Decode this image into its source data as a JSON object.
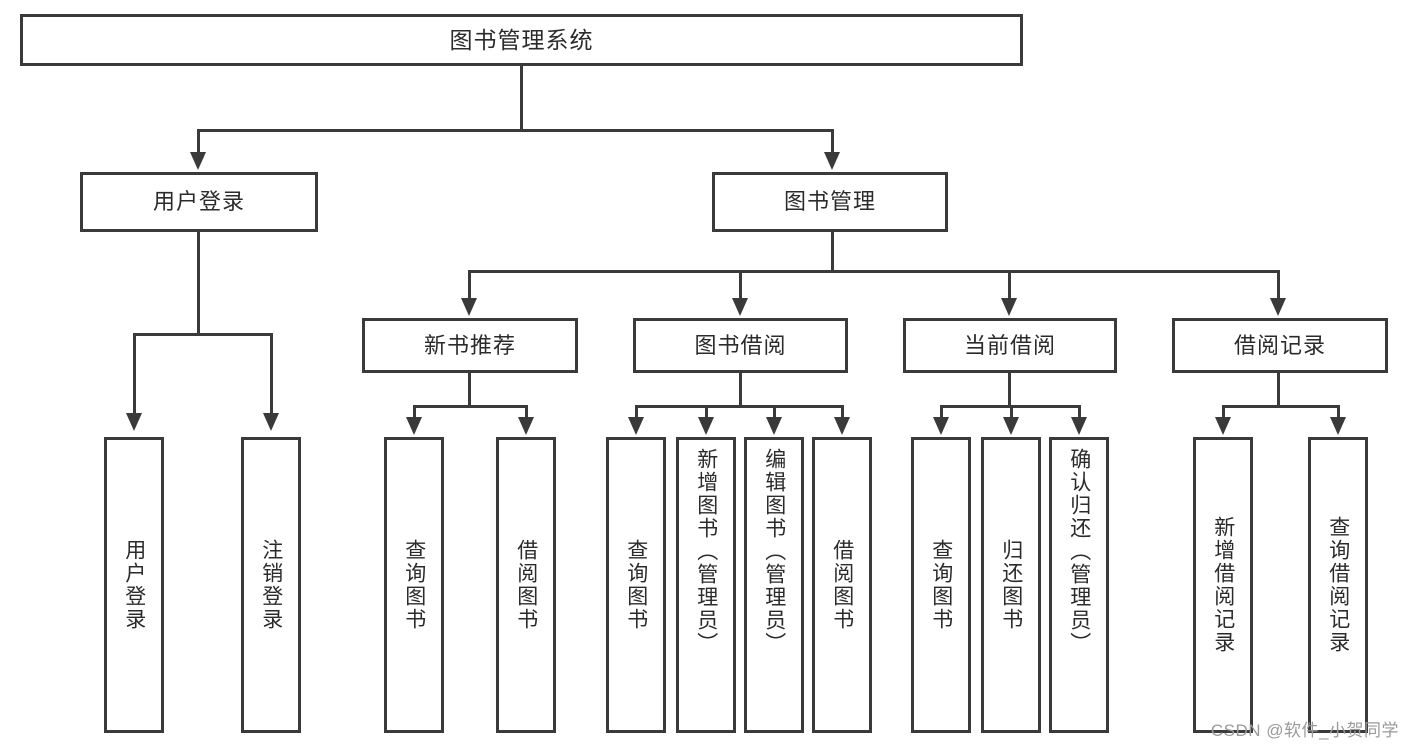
{
  "diagram": {
    "type": "tree-hierarchy-functional-decomposition",
    "title": "图书管理系统",
    "root": {
      "label": "图书管理系统"
    },
    "level2": [
      {
        "id": "user-login",
        "label": "用户登录"
      },
      {
        "id": "book-mgmt",
        "label": "图书管理"
      }
    ],
    "level3": [
      {
        "id": "new-rec",
        "label": "新书推荐",
        "parent": "book-mgmt"
      },
      {
        "id": "borrow",
        "label": "图书借阅",
        "parent": "book-mgmt"
      },
      {
        "id": "current",
        "label": "当前借阅",
        "parent": "book-mgmt"
      },
      {
        "id": "records",
        "label": "借阅记录",
        "parent": "book-mgmt"
      }
    ],
    "leaves": {
      "user_login": [
        {
          "label": "用户登录"
        },
        {
          "label": "注销登录"
        }
      ],
      "new_rec": [
        {
          "label": "查询图书"
        },
        {
          "label": "借阅图书"
        }
      ],
      "borrow": [
        {
          "label": "查询图书"
        },
        {
          "label": "新增图书（管理员）"
        },
        {
          "label": "编辑图书（管理员）"
        },
        {
          "label": "借阅图书"
        }
      ],
      "current": [
        {
          "label": "查询图书"
        },
        {
          "label": "归还图书"
        },
        {
          "label": "确认归还（管理员）"
        }
      ],
      "records": [
        {
          "label": "新增借阅记录"
        },
        {
          "label": "查询借阅记录"
        }
      ]
    }
  },
  "watermark": {
    "text": "CSDN @软件_小贺同学"
  },
  "colors": {
    "stroke": "#3a3a3a",
    "text": "#2b2b2b",
    "background": "#ffffff",
    "watermark": "#9a9a9a"
  }
}
